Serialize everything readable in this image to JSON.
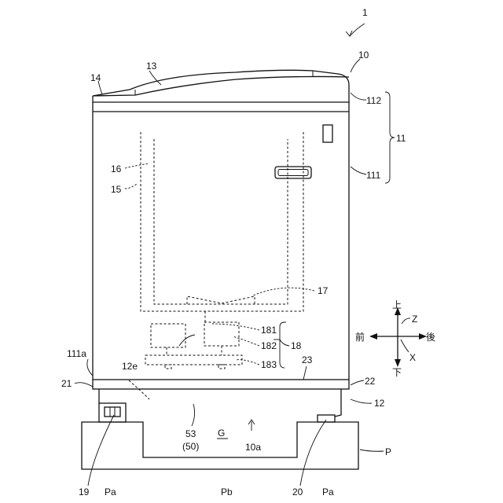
{
  "figure_label": "1",
  "refs": {
    "r10": "10",
    "r11": "11",
    "r111": "111",
    "r112": "112",
    "r111a": "111a",
    "r12": "12",
    "r12e": "12e",
    "r13": "13",
    "r14": "14",
    "r15": "15",
    "r16": "16",
    "r17": "17",
    "r18": "18",
    "r181": "181",
    "r182": "182",
    "r183": "183",
    "r19": "19",
    "r20": "20",
    "r21": "21",
    "r22": "22",
    "r23": "23",
    "r53": "53",
    "r50": "(50)",
    "rG": "G",
    "r10a": "10a",
    "rP": "P",
    "rPa_left": "Pa",
    "rPa_right": "Pa",
    "rPb": "Pb"
  },
  "axes": {
    "up": "上",
    "down": "下",
    "front": "前",
    "back": "後",
    "z": "Z",
    "x": "X"
  }
}
